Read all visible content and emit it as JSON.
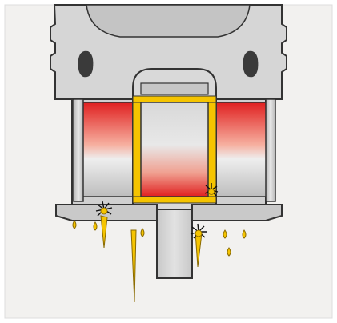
{
  "diagram": {
    "subject": "piston-pin-bearing-cross-section",
    "colors": {
      "background": "#f2f1ef",
      "metal_light": "#e4e4e4",
      "metal_mid": "#c9c9c9",
      "metal_dark": "#9a9a9a",
      "outline": "#333333",
      "heat_red": "#e02020",
      "heat_orange": "#f08a60",
      "oil_yellow": "#f5c400",
      "oil_outline": "#8a6a00",
      "spark_black": "#111111"
    },
    "elements": {
      "piston_crown": "piston-crown",
      "pin_boss_left": "pin-boss-left",
      "pin_boss_right": "pin-boss-right",
      "piston_pin": "piston-pin",
      "bushing": "small-end-bushing",
      "connecting_rod": "connecting-rod",
      "oil_drops": "oil-drop-icon",
      "sparks": "spark-icon"
    }
  }
}
